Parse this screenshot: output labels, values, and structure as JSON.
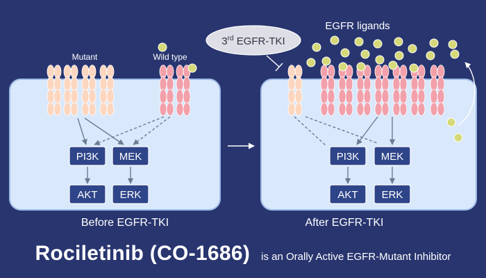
{
  "colors": {
    "background": "#28356f",
    "cell_fill": "#d9e8fb",
    "cell_stroke": "#9fbbe6",
    "mutant_receptor": "#fcd6bf",
    "wildtype_receptor": "#f2a0aa",
    "ligand": "#d6d97a",
    "kinase_box": "#2f4589",
    "arrow": "#6b7b94"
  },
  "left_panel": {
    "mutant_label": "Mutant",
    "wildtype_label": "Wild type",
    "caption": "Before EGFR-TKI",
    "kinases": {
      "pi3k": "PI3K",
      "mek": "MEK",
      "akt": "AKT",
      "erk": "ERK"
    }
  },
  "right_panel": {
    "inhibitor_label_main": "3",
    "inhibitor_label_sup": "rd",
    "inhibitor_label_rest": " EGFR-TKI",
    "ligands_label": "EGFR ligands",
    "caption": "After EGFR-TKI",
    "kinases": {
      "pi3k": "PI3K",
      "mek": "MEK",
      "akt": "AKT",
      "erk": "ERK"
    }
  },
  "footer": {
    "drug_name": "Rociletinib (CO-1686)",
    "description": "is an Orally Active EGFR-Mutant Inhibitor"
  }
}
